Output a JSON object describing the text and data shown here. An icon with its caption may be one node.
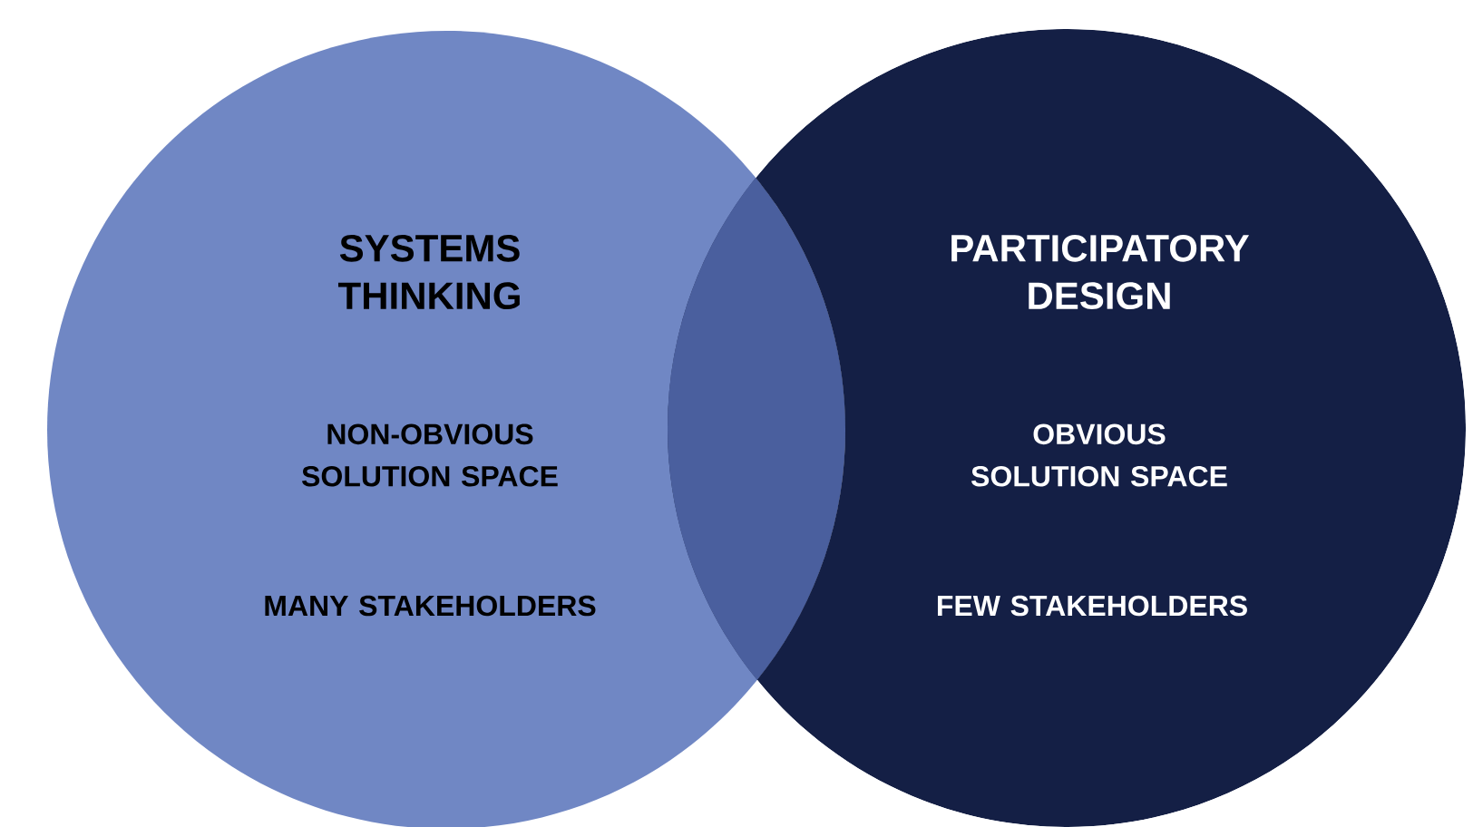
{
  "diagram": {
    "nodes": [
      {
        "text": [
          "SYSTEMS THINKING",
          "NON-OBVIOUS SOLUTION SPACE",
          "MANY STAKEHOLDERS"
        ]
      },
      {
        "text": [
          "PARTICIPATORY DESIGN",
          "OBVIOUS SOLUTION SPACE",
          "FEW STAKEHOLDERS"
        ]
      }
    ]
  }
}
